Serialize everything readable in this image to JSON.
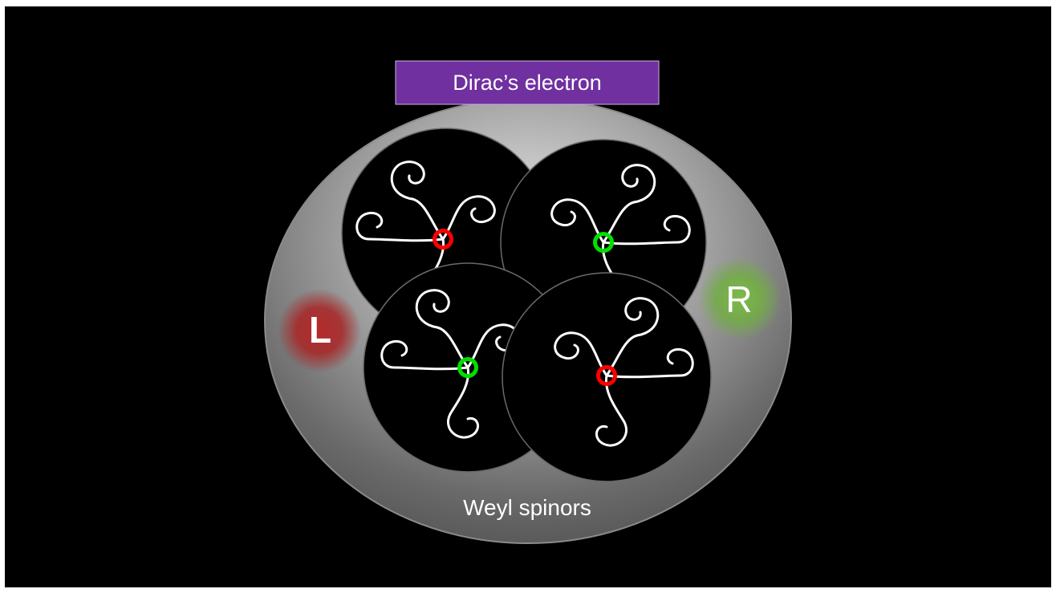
{
  "title": "Dirac’s electron",
  "caption": "Weyl spinors",
  "left_label": "L",
  "right_label": "R",
  "colors": {
    "background": "#000000",
    "banner": "#7030a0",
    "red_ring": "#ff0000",
    "green_ring": "#00e000",
    "left_glow": "#c0392b",
    "right_glow": "#7dbb4a"
  },
  "spinors": [
    {
      "ring": "red"
    },
    {
      "ring": "green"
    },
    {
      "ring": "green"
    },
    {
      "ring": "red"
    }
  ]
}
